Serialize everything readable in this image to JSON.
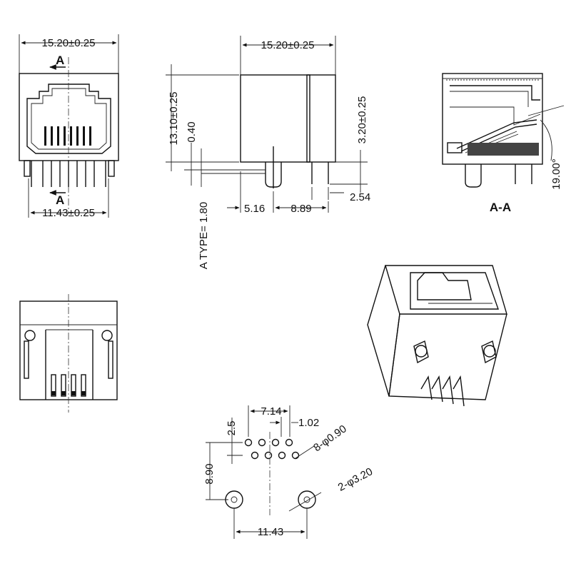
{
  "front_view": {
    "width_top": "15.20±0.25",
    "width_bottom": "11.43±0.25",
    "section_mark_top": "A",
    "section_mark_bottom": "A"
  },
  "side_view": {
    "width_top": "15.20±0.25",
    "height_left": "13.10±0.25",
    "offset_040": "0.40",
    "height_right": "3.20±0.25",
    "pitch_254": "2.54",
    "dim_516": "5.16",
    "dim_889": "8.89",
    "type_note": "A TYPE= 1.80"
  },
  "section_view": {
    "title": "A-A",
    "angle": "19.00°"
  },
  "footprint": {
    "dim_714": "7.14",
    "dim_102": "1.02",
    "dim_25": "2.5",
    "pin_callout": "8-φ0.90",
    "dim_890": "8.90",
    "hole_callout": "2-φ3.20",
    "dim_1143": "11.43"
  }
}
